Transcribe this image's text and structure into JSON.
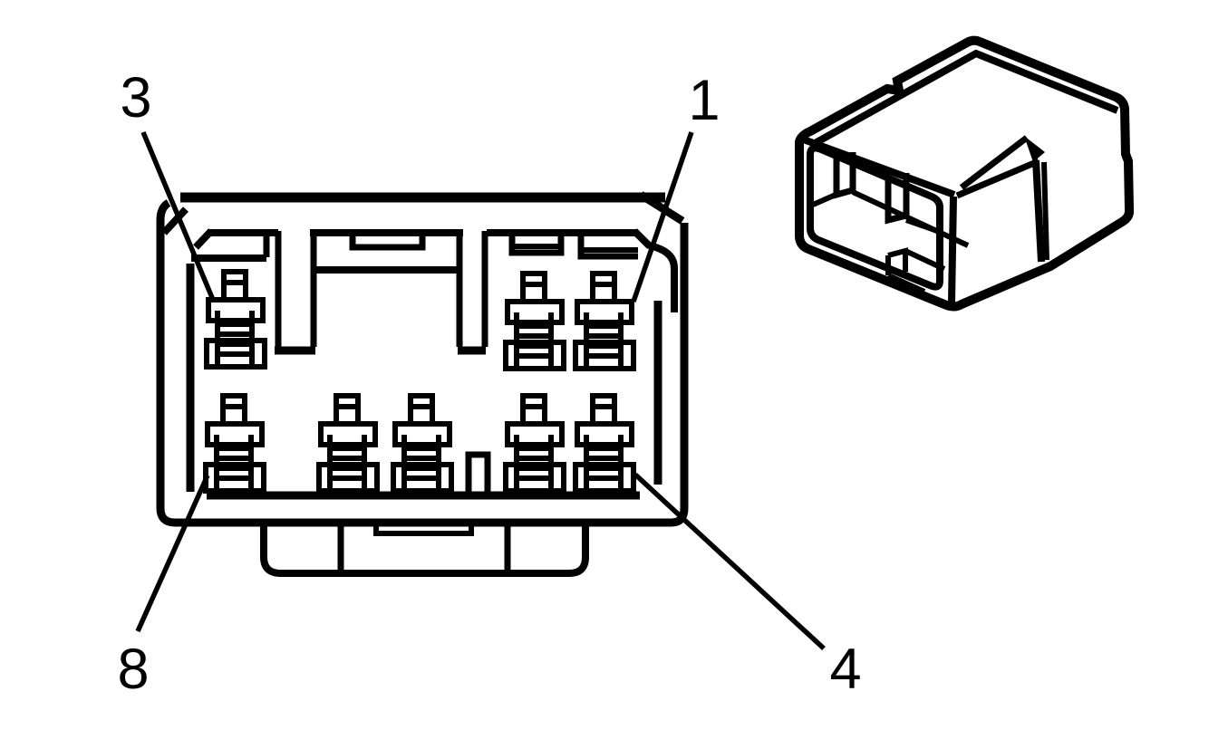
{
  "figure": {
    "background": "#ffffff",
    "line_color": "#000000",
    "callouts": [
      {
        "id": "terminal-3",
        "label": "3"
      },
      {
        "id": "terminal-1",
        "label": "1"
      },
      {
        "id": "terminal-8",
        "label": "8"
      },
      {
        "id": "terminal-4",
        "label": "4"
      }
    ],
    "front_view": {
      "terminals_top_row": 3,
      "terminals_bottom_row": 5,
      "terminals_total": 8
    }
  }
}
